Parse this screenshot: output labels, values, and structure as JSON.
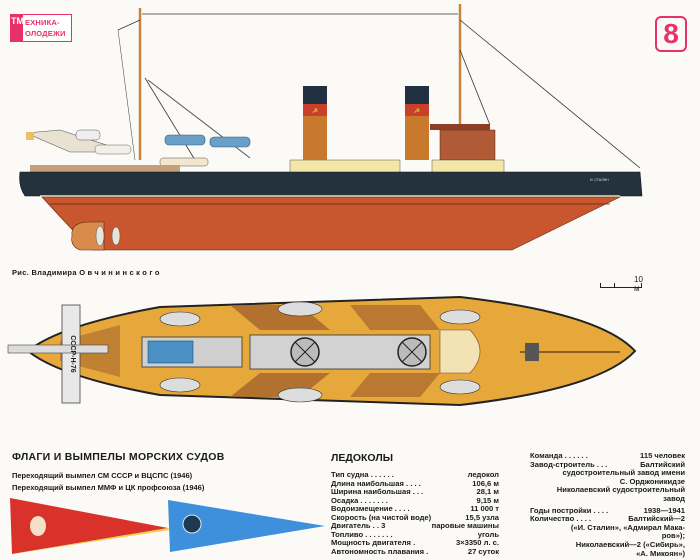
{
  "header": {
    "logo_line1": "ЕХНИКА-",
    "logo_line2": "ОЛОДЕЖИ",
    "logo_initials": "ТМ",
    "page_number": "8"
  },
  "illustration": {
    "credit_prefix": "Рис. Владимира",
    "credit_name": "Овчининского",
    "scale_label": "10 м",
    "seaplane_marking": "СССР-Н-76",
    "hull_name": "И. СТАЛИН"
  },
  "flags_section": {
    "title": "ФЛАГИ И ВЫМПЕЛЫ МОРСКИХ СУДОВ",
    "pennant_1": "Переходящий вымпел СМ СССР и ВЦСПС (1946)",
    "pennant_2": "Переходящий вымпел ММФ и ЦК профсоюза (1946)",
    "colors": {
      "red_pennant": "#d8322a",
      "blue_pennant": "#3e8fdc"
    }
  },
  "specs": {
    "title": "ЛЕДОКОЛЫ",
    "rows": [
      {
        "k": "Тип судна . . . . . .",
        "v": "ледокол"
      },
      {
        "k": "Длина наибольшая . . . .",
        "v": "106,6 м"
      },
      {
        "k": "Ширина наибольшая . . .",
        "v": "28,1 м"
      },
      {
        "k": "Осадка . . . . . . .",
        "v": "9,15 м"
      },
      {
        "k": "Водоизмещение . . . .",
        "v": "11 000 т"
      },
      {
        "k": "Скорость (на чистой воде)",
        "v": "15,5 узла"
      },
      {
        "k": "Двигатель . . 3",
        "v": "паровые машины"
      },
      {
        "k": "Топливо . . . . . . .",
        "v": "уголь"
      },
      {
        "k": "Мощность двигателя .",
        "v": "3×3350 л. с."
      },
      {
        "k": "Автономность плавания .",
        "v": "27 суток"
      }
    ]
  },
  "info": {
    "crew_k": "Команда . . . . . .",
    "crew_v": "115 человек",
    "builder_k": "Завод-строитель . . .",
    "builder_v": "Балтийский",
    "builder_l2": "судостроительный завод имени",
    "builder_l3": "С. Орджоникидзе",
    "builder_l4": "Николаевский судостроительный",
    "builder_l5": "завод",
    "years_k": "Годы постройки . . . .",
    "years_v": "1938—1941",
    "count_k": "Количество . . . .",
    "count_v": "Балтийский—2",
    "count_l2": "(«И. Сталин», «Адмирал Мака-",
    "count_l3": "ров»);",
    "count_l4": "Николаевский—2 («Сибирь»,",
    "count_l5": "«А. Микоян»)"
  }
}
